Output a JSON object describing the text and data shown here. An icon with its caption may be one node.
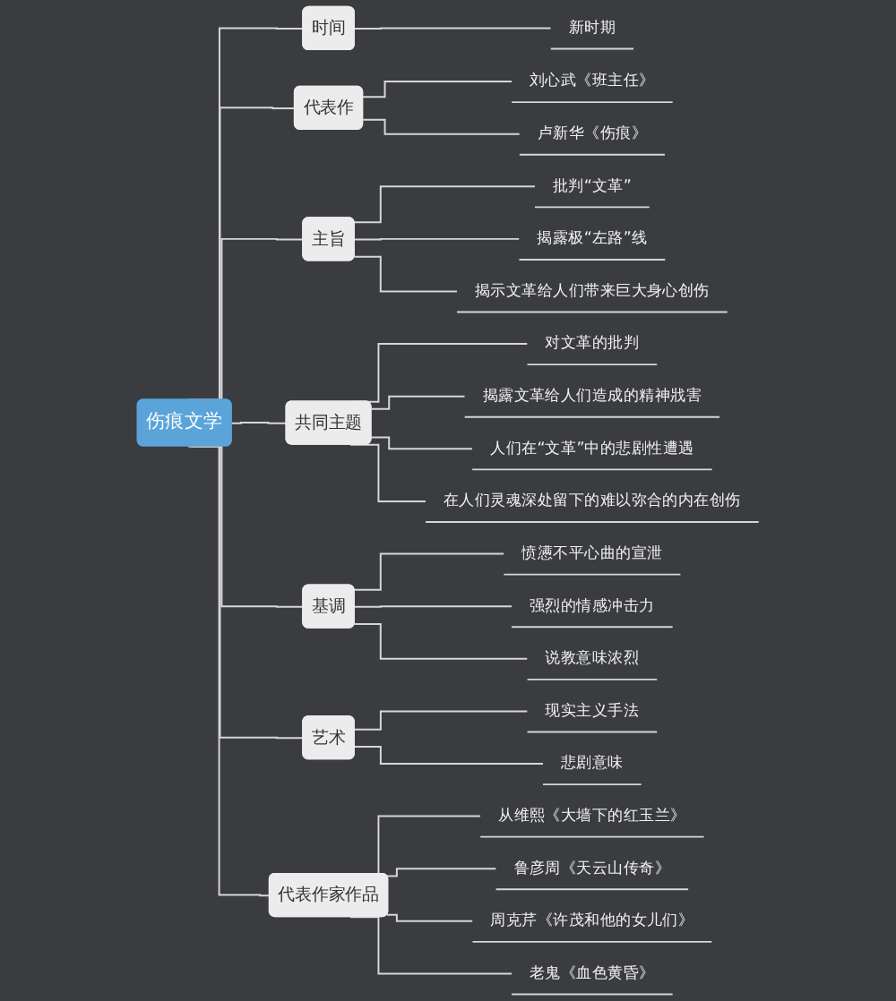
{
  "diagram": {
    "nodes": [
      {
        "text": [
          "伤痕文学"
        ]
      },
      {
        "text": [
          "时间"
        ]
      },
      {
        "text": [
          "新时期"
        ]
      },
      {
        "text": [
          "代表作"
        ]
      },
      {
        "text": [
          "刘心武《班主任》"
        ]
      },
      {
        "text": [
          "卢新华《伤痕》"
        ]
      },
      {
        "text": [
          "主旨"
        ]
      },
      {
        "text": [
          "批判“文革”"
        ]
      },
      {
        "text": [
          "揭露极“左路”线"
        ]
      },
      {
        "text": [
          "揭示文革给人们带来巨大身心创伤"
        ]
      },
      {
        "text": [
          "共同主题"
        ]
      },
      {
        "text": [
          "对文革的批判"
        ]
      },
      {
        "text": [
          "揭露文革给人们造成的精神戕害"
        ]
      },
      {
        "text": [
          "人们在“文革”中的悲剧性遭遇"
        ]
      },
      {
        "text": [
          "在人们灵魂深处留下的难以弥合的内在创伤"
        ]
      },
      {
        "text": [
          "基调"
        ]
      },
      {
        "text": [
          "愤懑不平心曲的宣泄"
        ]
      },
      {
        "text": [
          "强烈的情感冲击力"
        ]
      },
      {
        "text": [
          "说教意味浓烈"
        ]
      },
      {
        "text": [
          "艺术"
        ]
      },
      {
        "text": [
          "现实主义手法"
        ]
      },
      {
        "text": [
          "悲剧意味"
        ]
      },
      {
        "text": [
          "代表作家作品"
        ]
      },
      {
        "text": [
          "从维熙《大墙下的红玉兰》"
        ]
      },
      {
        "text": [
          "鲁彦周《天云山传奇》"
        ]
      },
      {
        "text": [
          "周克芹《许茂和他的女儿们》"
        ]
      },
      {
        "text": [
          "老鬼《血色黄昏》"
        ]
      }
    ],
    "edges": [
      {
        "from": 0,
        "to": 1,
        "arrow": "none"
      },
      {
        "from": 1,
        "to": 2,
        "arrow": "none"
      },
      {
        "from": 0,
        "to": 3,
        "arrow": "none"
      },
      {
        "from": 3,
        "to": 4,
        "arrow": "none"
      },
      {
        "from": 3,
        "to": 5,
        "arrow": "none"
      },
      {
        "from": 0,
        "to": 6,
        "arrow": "none"
      },
      {
        "from": 6,
        "to": 7,
        "arrow": "none"
      },
      {
        "from": 6,
        "to": 8,
        "arrow": "none"
      },
      {
        "from": 6,
        "to": 9,
        "arrow": "none"
      },
      {
        "from": 0,
        "to": 10,
        "arrow": "none"
      },
      {
        "from": 10,
        "to": 11,
        "arrow": "none"
      },
      {
        "from": 10,
        "to": 12,
        "arrow": "none"
      },
      {
        "from": 10,
        "to": 13,
        "arrow": "none"
      },
      {
        "from": 10,
        "to": 14,
        "arrow": "none"
      },
      {
        "from": 0,
        "to": 15,
        "arrow": "none"
      },
      {
        "from": 15,
        "to": 16,
        "arrow": "none"
      },
      {
        "from": 15,
        "to": 17,
        "arrow": "none"
      },
      {
        "from": 15,
        "to": 18,
        "arrow": "none"
      },
      {
        "from": 0,
        "to": 19,
        "arrow": "none"
      },
      {
        "from": 19,
        "to": 20,
        "arrow": "none"
      },
      {
        "from": 19,
        "to": 21,
        "arrow": "none"
      },
      {
        "from": 0,
        "to": 22,
        "arrow": "none"
      },
      {
        "from": 22,
        "to": 23,
        "arrow": "none"
      },
      {
        "from": 22,
        "to": 24,
        "arrow": "none"
      },
      {
        "from": 22,
        "to": 25,
        "arrow": "none"
      },
      {
        "from": 22,
        "to": 26,
        "arrow": "none"
      }
    ]
  }
}
